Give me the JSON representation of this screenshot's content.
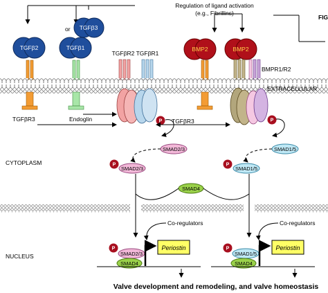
{
  "regulation": {
    "line1": "Regulation of ligand activation",
    "line2": "(e.g., Fibrillins)"
  },
  "figure_tag": "FIG",
  "ligands": {
    "tgfb2": "TGFβ2",
    "tgfb1": "TGFβ1",
    "tgfb3": "TGFβ3",
    "or_word": "or",
    "bmp2_a": "BMP2",
    "bmp2_b": "BMP2"
  },
  "receptors": {
    "tgfbr2": "TGFβR2",
    "tgfbr1": "TGFβR1",
    "bmpr": "BMPR1/R2",
    "tgfbr3_left": "TGFβR3",
    "endoglin": "Endoglin",
    "tgfbr3_right": "TGFβR3"
  },
  "compartments": {
    "extracellular": "EXTRACELLULAR",
    "cytoplasm": "CYTOPLASM",
    "nucleus": "NUCLEUS"
  },
  "smads": {
    "smad23_top": "SMAD2/3",
    "smad15_top": "SMAD1/5",
    "smad23_p": "SMAD2/3",
    "smad15_p": "SMAD1/5",
    "smad4_mid": "SMAD4",
    "smad23_nuc": "SMAD2/3",
    "smad4_nuc_left": "SMAD4",
    "smad15_nuc": "SMAD1/5",
    "smad4_nuc_right": "SMAD4"
  },
  "phospho": "P",
  "coregulators": {
    "left": "Co-regulators",
    "right": "Co-regulators"
  },
  "genes": {
    "left": "Periostin",
    "right": "Periostin"
  },
  "footer": "Valve development and remodeling, and valve homeostasis",
  "colors": {
    "ligand_blue": "#1f4e9c",
    "bmp_red": "#b0101a",
    "smad23": "#f2b8d8",
    "smad15": "#bfe8f5",
    "smad4": "#9ad14a",
    "periostin": "#ffff66",
    "phospho": "#a80f1f"
  }
}
